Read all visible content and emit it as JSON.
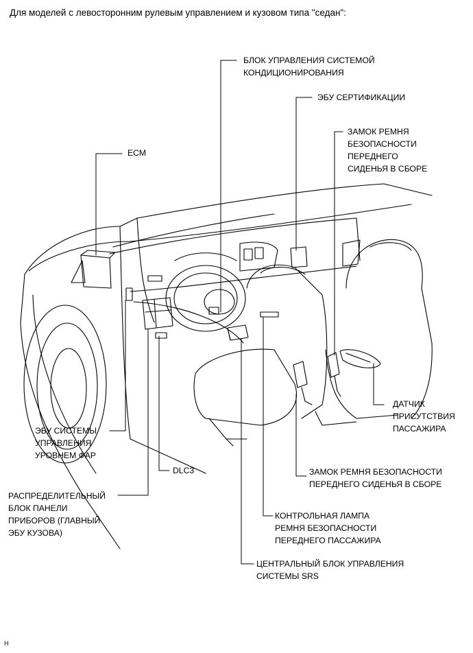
{
  "heading": "Для моделей с левосторонним рулевым управлением и кузовом типа \"седан\":",
  "labels": {
    "ac_control": "БЛОК УПРАВЛЕНИЯ СИСТЕМОЙ\nКОНДИЦИОНИРОВАНИЯ",
    "cert_ecu": "ЭБУ СЕРТИФИКАЦИИ",
    "seat_belt_buckle_top": "ЗАМОК РЕМНЯ\nБЕЗОПАСНОСТИ\nПЕРЕДНЕГО\nСИДЕНЬЯ В СБОРЕ",
    "ecm": "ECM",
    "occupant_sensor": "ДАТЧИК\nПРИСУТСТВИЯ\nПАССАЖИРА",
    "headlamp_ecu": "ЭБУ СИСТЕМЫ\nУПРАВЛЕНИЯ\nУРОВНЕМ ФАР",
    "dlc3": "DLC3",
    "seat_belt_buckle_bottom": "ЗАМОК РЕМНЯ БЕЗОПАСНОСТИ\nПЕРЕДНЕГО СИДЕНЬЯ В СБОРЕ",
    "junction_block": "РАСПРЕДЕЛИТЕЛЬНЫЙ\nБЛОК ПАНЕЛИ\nПРИБОРОВ (ГЛАВНЫЙ\nЭБУ КУЗОВА)",
    "belt_warning_lamp": "КОНТРОЛЬНАЯ ЛАМПА\nРЕМНЯ БЕЗОПАСНОСТИ\nПЕРЕДНЕГО ПАССАЖИРА",
    "srs_center": "ЦЕНТРАЛЬНЫЙ БЛОК УПРАВЛЕНИЯ\nСИСТЕМЫ SRS"
  },
  "footer": "H"
}
